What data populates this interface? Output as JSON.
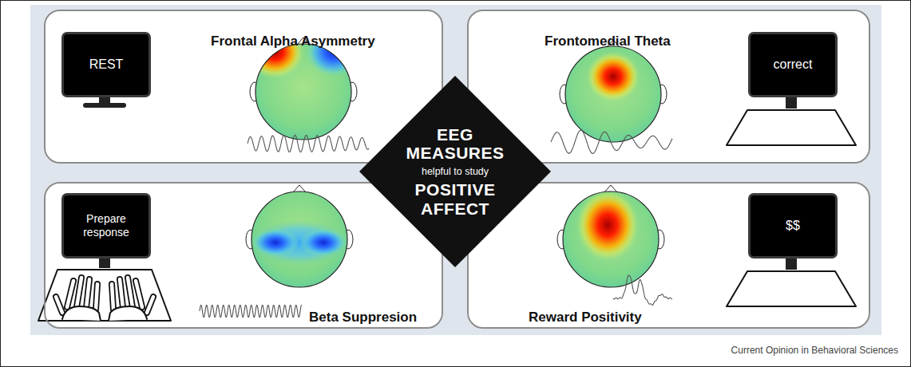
{
  "diagram": {
    "caption": "Current Opinion in Behavioral Sciences",
    "nodes": [
      {
        "text": [
          "Frontal Alpha Asymmetry"
        ]
      },
      {
        "text": [
          "REST"
        ],
        "in": 0
      },
      {
        "text": [
          "Frontomedial Theta"
        ]
      },
      {
        "text": [
          "correct"
        ],
        "in": 2
      },
      {
        "text": [
          "Beta Suppresion"
        ]
      },
      {
        "text": [
          "Prepare response"
        ],
        "in": 4
      },
      {
        "text": [
          "Reward Positivity"
        ]
      },
      {
        "text": [
          "$$"
        ],
        "in": 6
      },
      {
        "text": [
          "EEG MEASURES",
          "helpful to study",
          "POSITIVE AFFECT"
        ]
      }
    ]
  }
}
